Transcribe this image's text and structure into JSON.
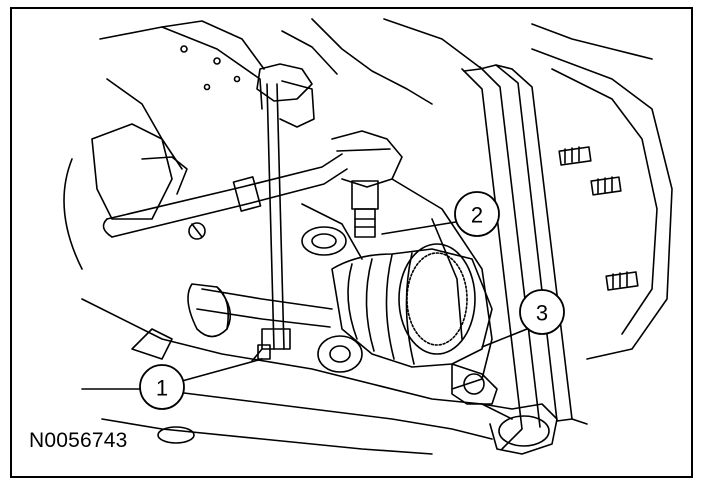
{
  "figure_id": "N0056743",
  "callouts": [
    {
      "number": "1"
    },
    {
      "number": "2"
    },
    {
      "number": "3"
    }
  ]
}
